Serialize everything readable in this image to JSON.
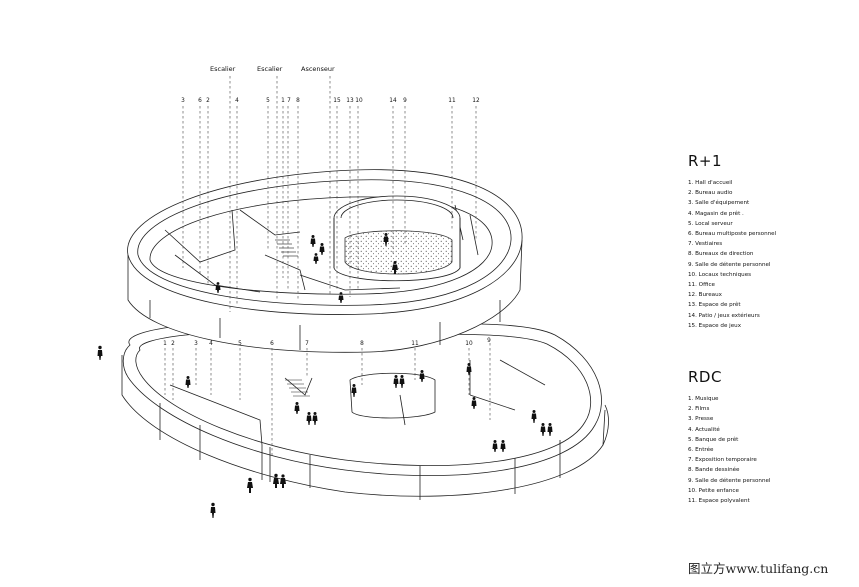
{
  "callouts_top": {
    "stairs_1": "Escalier",
    "stairs_2": "Escalier",
    "elevator": "Ascenseur"
  },
  "numbers_upper": [
    "3",
    "6",
    "2",
    "4",
    "5",
    "1",
    "7",
    "8",
    "15",
    "13",
    "10",
    "14",
    "9",
    "11",
    "12"
  ],
  "numbers_lower": [
    "1",
    "2",
    "3",
    "4",
    "5",
    "6",
    "7",
    "8",
    "11",
    "10",
    "9"
  ],
  "legend_r1": {
    "title": "R+1",
    "items": [
      "1. Hall d'accueil",
      "2. Bureau audio",
      "3. Salle d'équipement",
      "4. Magasin de prêt .",
      "5. Local serveur",
      "6. Bureau multiposte personnel",
      "7. Vestiaires",
      "8. Bureaux de direction",
      "9. Salle de détente personnel",
      "10. Locaux techniques",
      "11. Office",
      "12. Bureaux",
      "13. Espace de prêt",
      "14. Patio / jeux extérieurs",
      "15. Espace de jeux"
    ]
  },
  "legend_rdc": {
    "title": "RDC",
    "items": [
      "1. Musique",
      "2. Films",
      "3. Presse",
      "4. Actualité",
      "5. Banque de prêt",
      "6. Entrée",
      "7. Exposition temporaire",
      "8. Bande dessinée",
      "9. Salle de détente personnel",
      "10. Petite enfance",
      "11. Espace polyvalent"
    ]
  },
  "watermark": "图立方www.tulifang.cn"
}
